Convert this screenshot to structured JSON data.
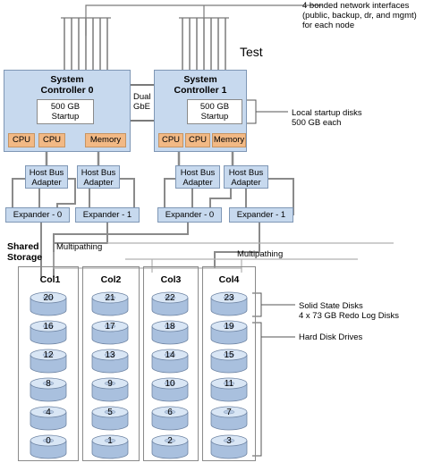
{
  "notes": {
    "network": [
      "4 bonded network interfaces",
      "(public, backup, dr, and mgmt)",
      "for each node"
    ],
    "test": "Test",
    "startup_disks": [
      "Local startup disks",
      "500 GB each"
    ],
    "ssd": [
      "Solid State Disks",
      "4 x 73 GB Redo Log Disks"
    ],
    "hdd": "Hard Disk Drives"
  },
  "dual_gbe": [
    "Dual",
    "GbE"
  ],
  "controllers": [
    {
      "title": [
        "System",
        "Controller 0"
      ],
      "startup": [
        "500 GB",
        "Startup"
      ],
      "cpu1": "CPU",
      "cpu2": "CPU",
      "memory": "Memory"
    },
    {
      "title": [
        "System",
        "Controller 1"
      ],
      "startup": [
        "500 GB",
        "Startup"
      ],
      "cpu1": "CPU",
      "cpu2": "CPU",
      "memory": "Memory"
    }
  ],
  "hbas": [
    [
      "Host Bus",
      "Adapter"
    ],
    [
      "Host Bus",
      "Adapter"
    ],
    [
      "Host Bus",
      "Adapter"
    ],
    [
      "Host Bus",
      "Adapter"
    ]
  ],
  "expanders": [
    "Expander - 0",
    "Expander - 1",
    "Expander - 0",
    "Expander - 1"
  ],
  "shared_storage": [
    "Shared",
    "Storage"
  ],
  "multipathing": [
    "Multipathing",
    "Multipathing"
  ],
  "columns": [
    {
      "title": "Col1",
      "disks": [
        "20",
        "16",
        "12",
        "8",
        "4",
        "0"
      ]
    },
    {
      "title": "Col2",
      "disks": [
        "21",
        "17",
        "13",
        "9",
        "5",
        "1"
      ]
    },
    {
      "title": "Col3",
      "disks": [
        "22",
        "18",
        "14",
        "10",
        "6",
        "2"
      ]
    },
    {
      "title": "Col4",
      "disks": [
        "23",
        "19",
        "15",
        "11",
        "7",
        "3"
      ]
    }
  ],
  "colors": {
    "controller_fill": "#c7d9ee",
    "chip_fill": "#f2b985",
    "disk_fill": "#c0d3ea",
    "shared_fill": "#f1f1f1"
  }
}
